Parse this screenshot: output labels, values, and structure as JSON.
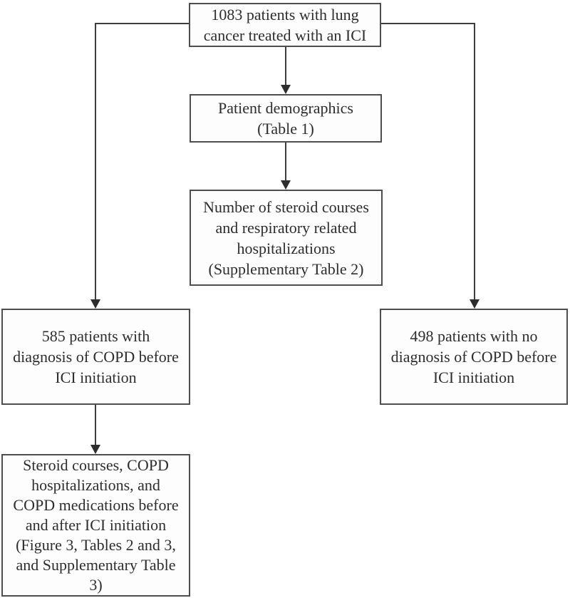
{
  "diagram": {
    "type": "flowchart",
    "colors": {
      "background": "#ffffff",
      "box_fill": "#fdfdfd",
      "box_border": "#4e4e4e",
      "connector": "#3d3d3d",
      "text": "#2d2d2d"
    },
    "nodes": {
      "total": {
        "lines": [
          "1083 patients with lung",
          "cancer treated with an ICI"
        ]
      },
      "demographics": {
        "lines": [
          "Patient demographics",
          "(Table 1)"
        ]
      },
      "steroid_courses": {
        "lines": [
          "Number of steroid courses",
          "and respiratory related",
          "hospitalizations",
          "(Supplementary Table 2)"
        ]
      },
      "copd": {
        "lines": [
          "585 patients with",
          "diagnosis of COPD before",
          "ICI initiation"
        ]
      },
      "no_copd": {
        "lines": [
          "498 patients with no",
          "diagnosis of COPD before",
          "ICI initiation"
        ]
      },
      "outcomes": {
        "lines": [
          "Steroid courses, COPD",
          "hospitalizations, and",
          "COPD medications before",
          "and after ICI initiation",
          "(Figure 3, Tables 2 and 3,",
          "and Supplementary Table",
          "3)"
        ]
      }
    },
    "edges": [
      {
        "from": "total",
        "to": "demographics"
      },
      {
        "from": "demographics",
        "to": "steroid_courses"
      },
      {
        "from": "total",
        "to": "copd"
      },
      {
        "from": "total",
        "to": "no_copd"
      },
      {
        "from": "copd",
        "to": "outcomes"
      }
    ]
  }
}
